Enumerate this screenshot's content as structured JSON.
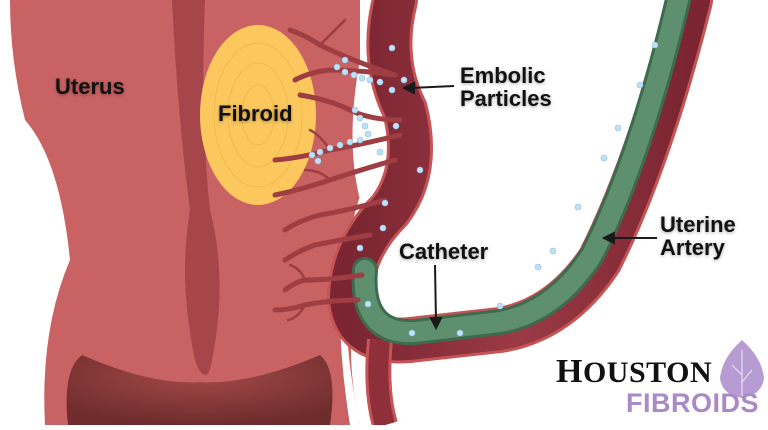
{
  "diagram": {
    "labels": {
      "uterus": "Uterus",
      "fibroid": "Fibroid",
      "embolic_particles_line1": "Embolic",
      "embolic_particles_line2": "Particles",
      "catheter": "Catheter",
      "uterine_artery_line1": "Uterine",
      "uterine_artery_line2": "Artery"
    },
    "colors": {
      "uterus": "#c96262",
      "uterus_dark": "#9e3e43",
      "cavity": "#8a3a3a",
      "fibroid": "#fcc85e",
      "artery": "#8e2f3a",
      "artery_edge": "#c65454",
      "catheter": "#5e8f6e",
      "catheter_edge": "#3e6a4e",
      "particle": "#bfe0f7",
      "logo_purple": "#a98ac6"
    }
  },
  "logo": {
    "line1": "Houston",
    "line2": "FIBROIDS",
    "icon": "leaf-icon"
  }
}
